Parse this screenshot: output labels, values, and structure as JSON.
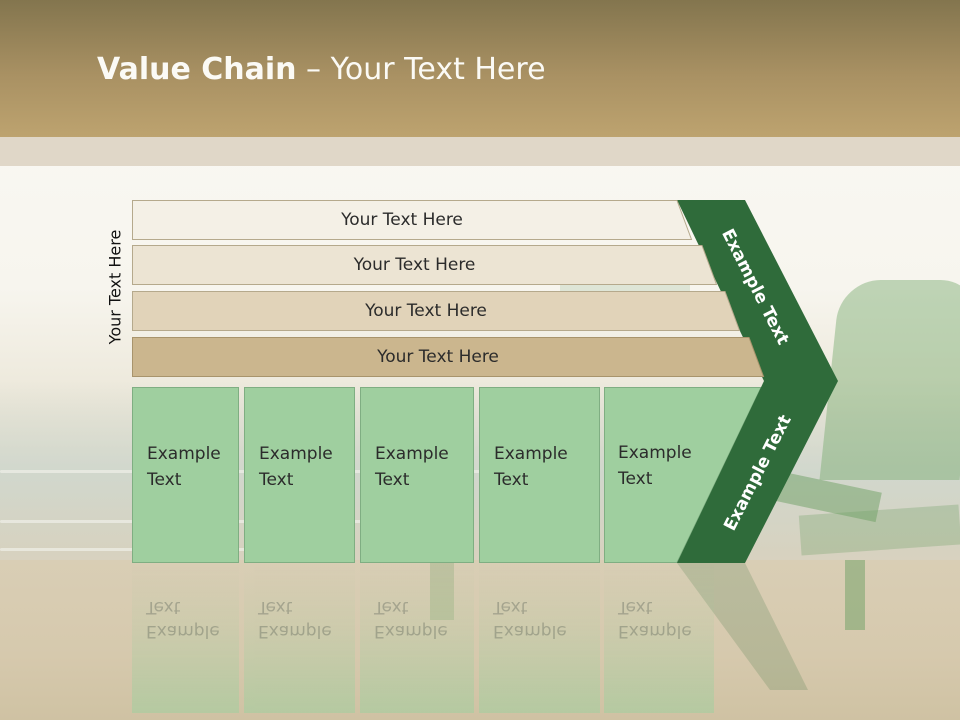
{
  "slide": {
    "title_bold": "Value Chain",
    "title_rest": " – Your Text Here",
    "side_label": "Your Text Here"
  },
  "rows": [
    {
      "label": "Your Text Here",
      "fill": "#f4f0e6"
    },
    {
      "label": "Your Text Here",
      "fill": "#ece4d3"
    },
    {
      "label": "Your Text Here",
      "fill": "#e1d3b9"
    },
    {
      "label": "Your Text Here",
      "fill": "#cbb68e"
    }
  ],
  "boxes": [
    {
      "line1": "Example",
      "line2": "Text"
    },
    {
      "line1": "Example",
      "line2": "Text"
    },
    {
      "line1": "Example",
      "line2": "Text"
    },
    {
      "line1": "Example",
      "line2": "Text"
    },
    {
      "line1": "Example",
      "line2": "Text"
    }
  ],
  "chevrons": {
    "upper_label": "Example Text",
    "lower_label": "Example Text",
    "color": "#2f6b3a"
  },
  "colors": {
    "header": "#a99163",
    "box_fill": "#9fcf9f",
    "chevron": "#2f6b3a"
  }
}
